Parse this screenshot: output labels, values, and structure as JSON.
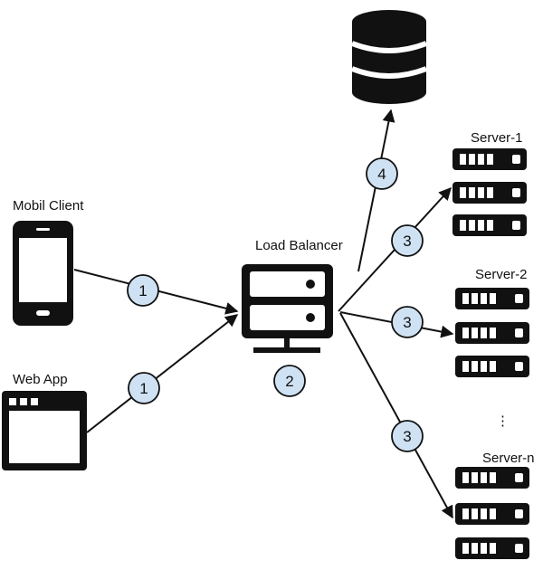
{
  "labels": {
    "mobile_client": "Mobil Client",
    "web_app": "Web App",
    "load_balancer": "Load Balancer",
    "server_1": "Server-1",
    "server_2": "Server-2",
    "server_n": "Server-n",
    "ellipsis": "⋮"
  },
  "steps": {
    "mobile_to_lb": "1",
    "web_to_lb": "1",
    "lb_process": "2",
    "lb_to_server1": "3",
    "lb_to_server2": "3",
    "lb_to_servern": "3",
    "lb_to_db": "4"
  },
  "icons": {
    "database": "database-icon",
    "mobile": "mobile-phone-icon",
    "web": "browser-window-icon",
    "load_balancer": "load-balancer-icon",
    "server_rack": "server-rack-icon"
  },
  "colors": {
    "step_fill": "#cfe2f3",
    "ink": "#111111"
  }
}
